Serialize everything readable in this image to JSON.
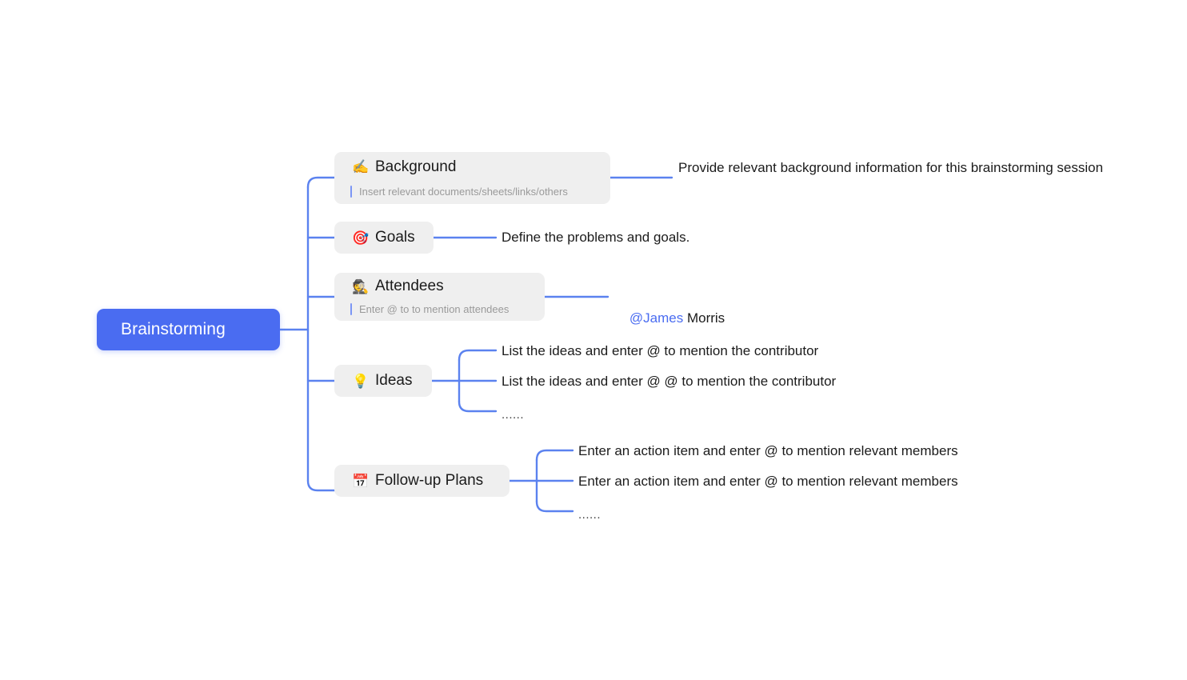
{
  "theme": {
    "root_fill": "#4a6cf1",
    "node_fill": "#efefef",
    "connector": "#5b82ef",
    "text": "#1b1b1b",
    "placeholder": "#9a9a9a",
    "mention": "#4a6cf1",
    "canvas": "#ffffff"
  },
  "mindmap": {
    "root": {
      "label": "Brainstorming"
    },
    "topics": [
      {
        "id": "background",
        "icon": "✍️",
        "icon_name": "writing-hand-icon",
        "label": "Background",
        "placeholder": "Insert relevant documents/sheets/links/others",
        "children": [
          "Provide relevant background information for this brainstorming session"
        ]
      },
      {
        "id": "goals",
        "icon": "🎯",
        "icon_name": "target-icon",
        "label": "Goals",
        "placeholder": null,
        "children": [
          "Define the problems and goals."
        ]
      },
      {
        "id": "attendees",
        "icon": "🕵️",
        "icon_name": "person-icon",
        "label": "Attendees",
        "placeholder": "Enter @ to to mention attendees",
        "children": [
          {
            "mention": "@James",
            "rest": " Morris"
          }
        ]
      },
      {
        "id": "ideas",
        "icon": "💡",
        "icon_name": "lightbulb-icon",
        "label": "Ideas",
        "placeholder": null,
        "children": [
          "List the ideas and enter @ to mention the contributor",
          "List the ideas and enter @ @ to mention the contributor",
          "......"
        ]
      },
      {
        "id": "followup",
        "icon": "📅",
        "icon_name": "calendar-icon",
        "label": "Follow-up Plans",
        "placeholder": null,
        "children": [
          "Enter an action item and enter @ to mention relevant members",
          "Enter an action item and enter @ to mention relevant members",
          "......"
        ]
      }
    ]
  }
}
